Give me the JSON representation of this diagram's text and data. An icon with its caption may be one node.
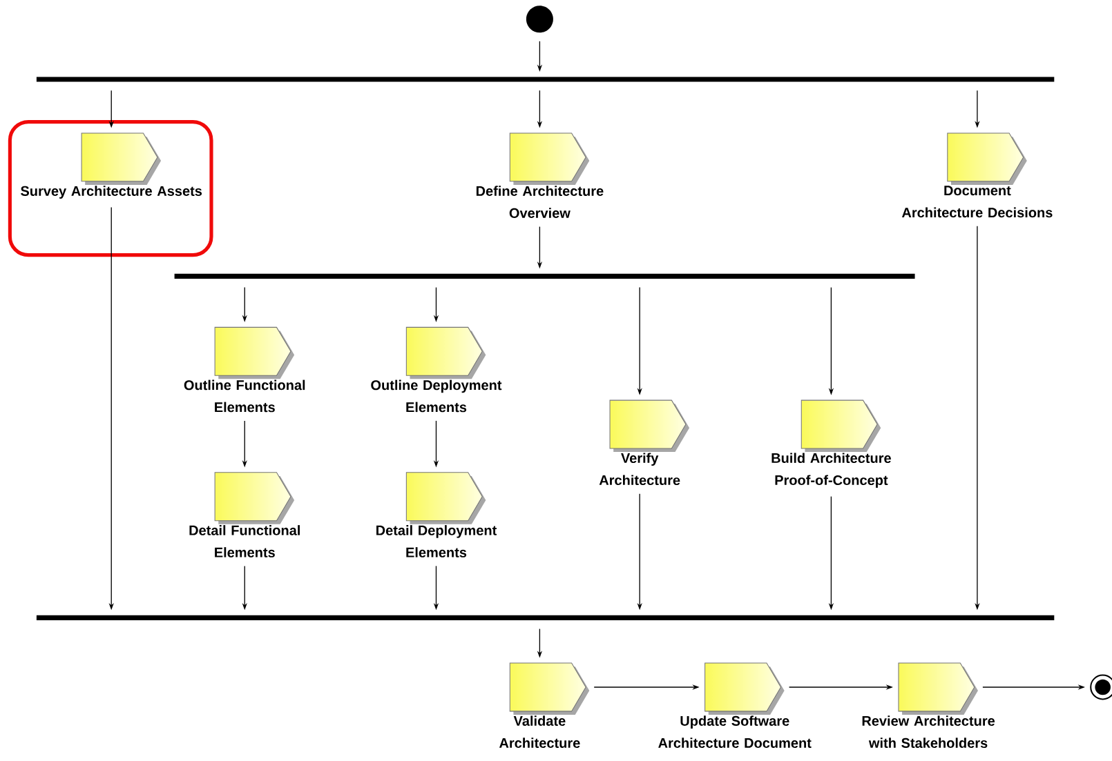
{
  "diagram": {
    "nodes": [
      {
        "text": [],
        "shape": "circle"
      },
      {
        "text": [],
        "shape": "bar"
      },
      {
        "text": [],
        "shape": "box"
      },
      {
        "text": [
          "Survey Architecture Assets"
        ],
        "in": 2
      },
      {
        "text": [
          "Define Architecture Overview"
        ]
      },
      {
        "text": [
          "Document Architecture Decisions"
        ]
      },
      {
        "text": [],
        "shape": "bar"
      },
      {
        "text": [
          "Outline Functional Elements"
        ]
      },
      {
        "text": [
          "Outline Deployment Elements"
        ]
      },
      {
        "text": [
          "Verify Architecture"
        ]
      },
      {
        "text": [
          "Build Architecture Proof-of-Concept"
        ]
      },
      {
        "text": [
          "Detail Functional Elements"
        ]
      },
      {
        "text": [
          "Detail Deployment Elements"
        ]
      },
      {
        "text": [],
        "shape": "bar"
      },
      {
        "text": [
          "Validate Architecture"
        ]
      },
      {
        "text": [
          "Update Software Architecture Document"
        ]
      },
      {
        "text": [
          "Review Architecture with Stakeholders"
        ]
      },
      {
        "text": [],
        "shape": "circle"
      }
    ],
    "edges": [
      {
        "from": 0,
        "to": 1,
        "arrow": "to"
      },
      {
        "from": 1,
        "to": 3,
        "arrow": "to"
      },
      {
        "from": 1,
        "to": 4,
        "arrow": "to"
      },
      {
        "from": 1,
        "to": 5,
        "arrow": "to"
      },
      {
        "from": 4,
        "to": 6,
        "arrow": "to"
      },
      {
        "from": 6,
        "to": 7,
        "arrow": "to"
      },
      {
        "from": 6,
        "to": 8,
        "arrow": "to"
      },
      {
        "from": 6,
        "to": 9,
        "arrow": "to"
      },
      {
        "from": 6,
        "to": 10,
        "arrow": "to"
      },
      {
        "from": 7,
        "to": 11,
        "arrow": "to"
      },
      {
        "from": 8,
        "to": 12,
        "arrow": "to"
      },
      {
        "from": 3,
        "to": 13,
        "arrow": "to"
      },
      {
        "from": 11,
        "to": 13,
        "arrow": "to"
      },
      {
        "from": 12,
        "to": 13,
        "arrow": "to"
      },
      {
        "from": 9,
        "to": 13,
        "arrow": "to"
      },
      {
        "from": 10,
        "to": 13,
        "arrow": "to"
      },
      {
        "from": 5,
        "to": 13,
        "arrow": "to"
      },
      {
        "from": 13,
        "to": 14,
        "arrow": "to"
      },
      {
        "from": 14,
        "to": 15,
        "arrow": "to"
      },
      {
        "from": 15,
        "to": 16,
        "arrow": "to"
      },
      {
        "from": 16,
        "to": 17,
        "arrow": "to"
      }
    ]
  }
}
